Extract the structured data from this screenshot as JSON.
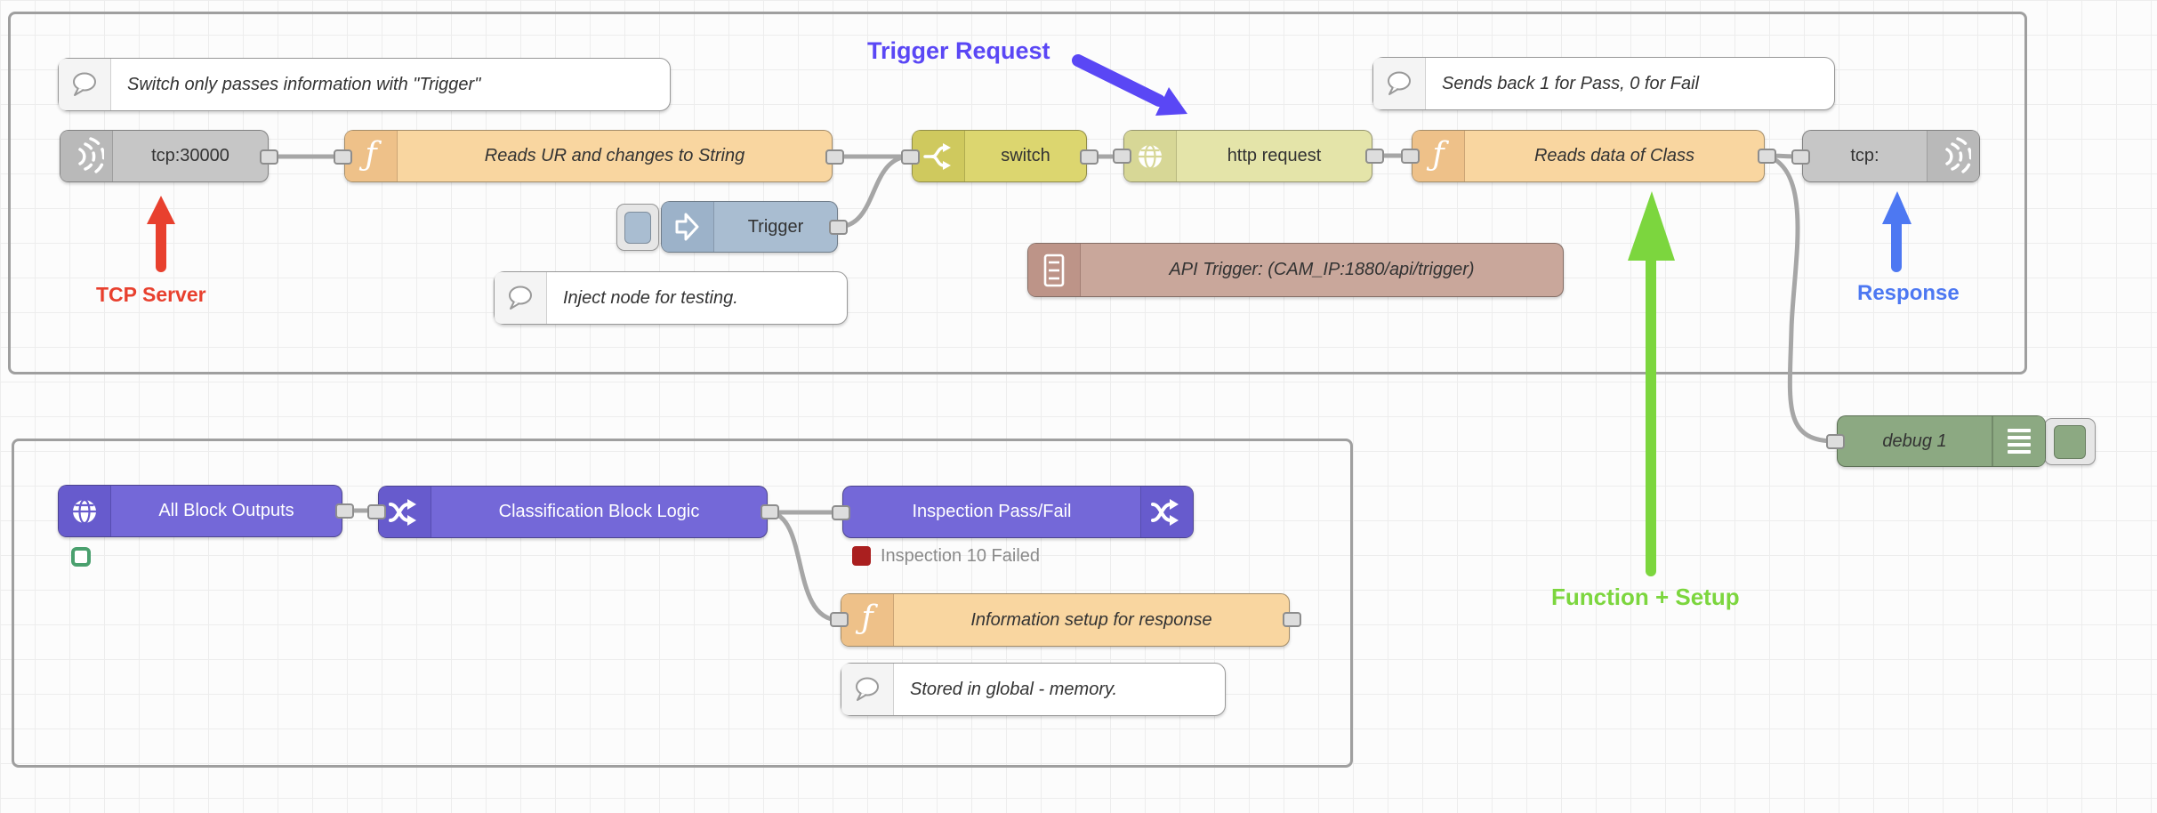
{
  "canvas": {
    "background": "#fcfcfc",
    "grid_color": "#ededed"
  },
  "annotations": {
    "trigger_request": {
      "label": "Trigger Request",
      "color": "#5a47f5"
    },
    "tcp_server": {
      "label": "TCP Server",
      "color": "#e8402e"
    },
    "response": {
      "label": "Response",
      "color": "#4d78f2"
    },
    "function_setup": {
      "label": "Function + Setup",
      "color": "#7cd63e"
    }
  },
  "comments": {
    "switch_note": "Switch only passes information with \"Trigger\"",
    "inject_note": "Inject node for testing.",
    "sends_note": "Sends back 1 for Pass, 0 for Fail",
    "stored_note": "Stored in global - memory."
  },
  "nodes": {
    "tcp_in": "tcp:30000",
    "func_read_ur": "Reads UR and changes to String",
    "inject_trigger": "Trigger",
    "switch": "switch",
    "http_request": "http request",
    "func_read_class": "Reads data of Class",
    "tcp_out": "tcp:",
    "api_trigger": "API Trigger: (CAM_IP:1880/api/trigger)",
    "debug": "debug 1",
    "all_block_outputs": "All Block Outputs",
    "classification": "Classification Block Logic",
    "inspection": "Inspection Pass/Fail",
    "func_info_setup": "Information setup for response"
  },
  "status": {
    "inspection_status": "Inspection 10 Failed"
  },
  "colors": {
    "node_gray": "#c6c6c6",
    "node_function": "#f9d6a0",
    "node_inject": "#a9bdd1",
    "node_switch": "#dcd66f",
    "node_http": "#e4e4a9",
    "node_purple": "#7468d8",
    "node_template": "#c9a79b",
    "node_debug": "#8ca982",
    "status_fail_red": "#aa1f1f",
    "status_ok_green": "#4aa06e",
    "wire_gray": "#a6a6a6"
  }
}
